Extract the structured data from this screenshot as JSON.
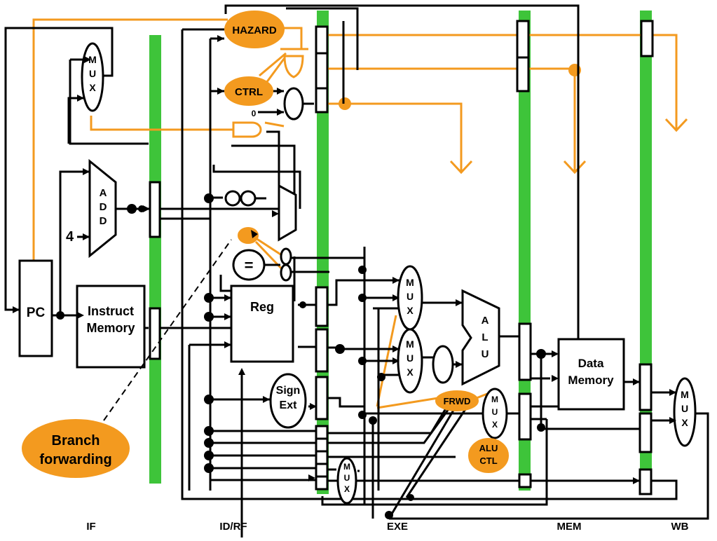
{
  "title": "",
  "components": {
    "hazard": "HAZARD",
    "ctrl": "CTRL",
    "zero": "0",
    "mux": "MUX",
    "add": "ADD",
    "four": "4",
    "pc": "PC",
    "instruct_memory_line1": "Instruct",
    "instruct_memory_line2": "Memory",
    "reg": "Reg",
    "equal": "=",
    "sign_ext_line1": "Sign",
    "sign_ext_line2": "Ext",
    "alu": "ALU",
    "frwd": "FRWD",
    "alu_ctl_line1": "ALU",
    "alu_ctl_line2": "CTL",
    "data_memory_line1": "Data",
    "data_memory_line2": "Memory",
    "callout_line1": "Branch",
    "callout_line2": "forwarding"
  },
  "stages": [
    "IF",
    "ID/RF",
    "EXE",
    "MEM",
    "WB"
  ],
  "colors": {
    "pipeline_register": "#3ec43a",
    "control_signal": "#f39a1f",
    "datapath": "#000000"
  }
}
